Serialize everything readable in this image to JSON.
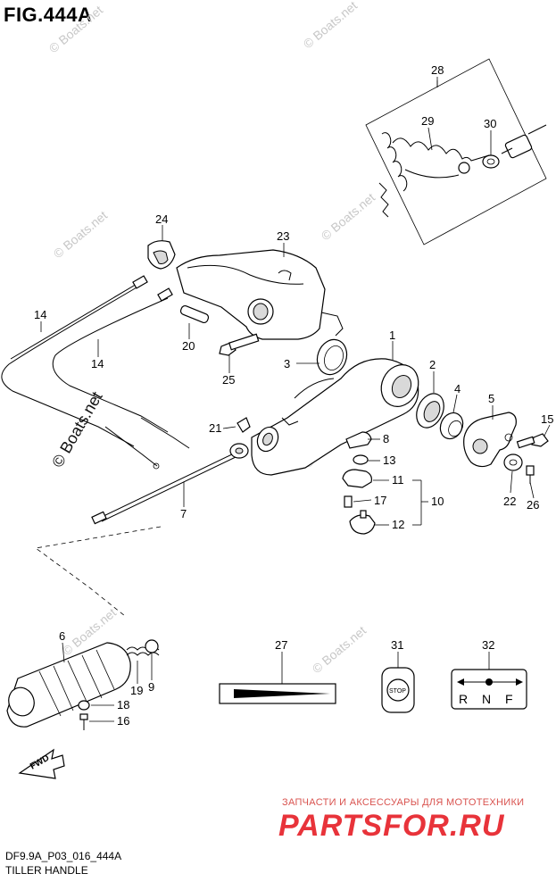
{
  "figure": {
    "title": "FIG.444A",
    "code": "DF9.9A_P03_016_444A",
    "name": "TILLER HANDLE"
  },
  "callouts": [
    {
      "id": "c1",
      "label": "1"
    },
    {
      "id": "c2",
      "label": "2"
    },
    {
      "id": "c3",
      "label": "3"
    },
    {
      "id": "c4",
      "label": "4"
    },
    {
      "id": "c5",
      "label": "5"
    },
    {
      "id": "c6",
      "label": "6"
    },
    {
      "id": "c7",
      "label": "7"
    },
    {
      "id": "c8",
      "label": "8"
    },
    {
      "id": "c9",
      "label": "9"
    },
    {
      "id": "c10",
      "label": "10"
    },
    {
      "id": "c11",
      "label": "11"
    },
    {
      "id": "c12",
      "label": "12"
    },
    {
      "id": "c13",
      "label": "13"
    },
    {
      "id": "c14a",
      "label": "14"
    },
    {
      "id": "c14b",
      "label": "14"
    },
    {
      "id": "c15",
      "label": "15"
    },
    {
      "id": "c16",
      "label": "16"
    },
    {
      "id": "c17",
      "label": "17"
    },
    {
      "id": "c18",
      "label": "18"
    },
    {
      "id": "c19",
      "label": "19"
    },
    {
      "id": "c20",
      "label": "20"
    },
    {
      "id": "c21",
      "label": "21"
    },
    {
      "id": "c22",
      "label": "22"
    },
    {
      "id": "c23",
      "label": "23"
    },
    {
      "id": "c24",
      "label": "24"
    },
    {
      "id": "c25",
      "label": "25"
    },
    {
      "id": "c26",
      "label": "26"
    },
    {
      "id": "c27",
      "label": "27"
    },
    {
      "id": "c28",
      "label": "28"
    },
    {
      "id": "c29",
      "label": "29"
    },
    {
      "id": "c30",
      "label": "30"
    },
    {
      "id": "c31",
      "label": "31"
    },
    {
      "id": "c32",
      "label": "32"
    }
  ],
  "labels": {
    "fwd": "FWD",
    "stop": "STOP",
    "shift_r": "R",
    "shift_n": "N",
    "shift_f": "F"
  },
  "watermarks": {
    "boats": "© Boats.net",
    "shop_line": "ЗАПЧАСТИ И АКСЕССУАРЫ ДЛЯ МОТОТЕХНИКИ",
    "shop_brand": "PARTSFOR.RU"
  }
}
